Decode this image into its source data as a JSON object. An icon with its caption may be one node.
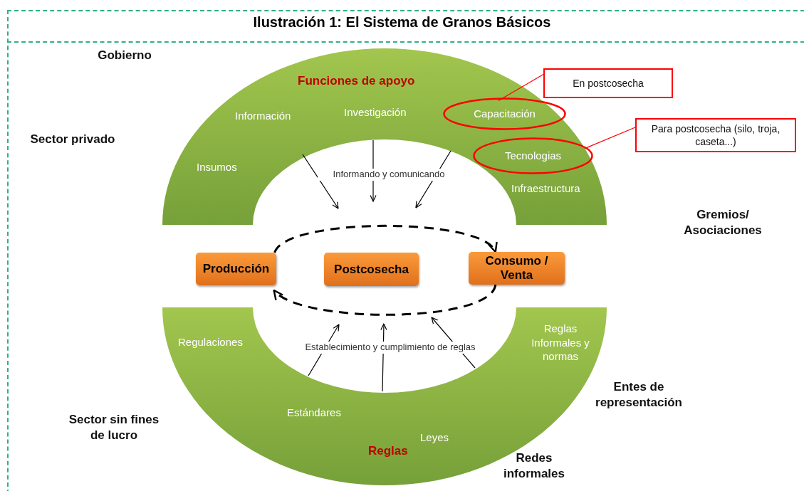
{
  "diagram": {
    "title": "Ilustración 1: El Sistema de Granos Básicos",
    "nodes": [
      {
        "text": [
          "Funciones de apoyo",
          "Información",
          "Investigación",
          "Insumos",
          "Infraestructura"
        ]
      },
      {
        "text": [
          "Capacitación"
        ],
        "in": 0
      },
      {
        "text": [
          "Tecnologias"
        ],
        "in": 0
      },
      {
        "text": [
          "En postcosecha"
        ]
      },
      {
        "text": [
          "Para postcosecha (silo, troja, caseta...)"
        ]
      },
      {
        "text": [
          "Producción"
        ]
      },
      {
        "text": [
          "Postcosecha"
        ]
      },
      {
        "text": [
          "Consumo / Venta"
        ]
      },
      {
        "text": [
          "Regulaciones",
          "Reglas Informales y normas",
          "Estándares",
          "Leyes",
          "Reglas"
        ]
      }
    ],
    "edges": [
      {
        "from": 3,
        "to": 1,
        "arrow": "none",
        "color": "#ff0000"
      },
      {
        "from": 4,
        "to": 2,
        "arrow": "none",
        "color": "#ff0000"
      },
      {
        "from": 5,
        "to": 7,
        "arrow": "to",
        "style": "dashed"
      },
      {
        "from": 7,
        "to": 5,
        "arrow": "to",
        "style": "dashed"
      },
      {
        "from": 0,
        "to": null,
        "arrow": "to"
      },
      {
        "from": 0,
        "to": null,
        "arrow": "to"
      },
      {
        "from": 0,
        "to": null,
        "arrow": "to"
      },
      {
        "from": 8,
        "to": null,
        "arrow": "to"
      },
      {
        "from": 8,
        "to": null,
        "arrow": "to"
      },
      {
        "from": 8,
        "to": null,
        "arrow": "to"
      }
    ],
    "labels": [
      "Gobierno",
      "Sector privado",
      "Informando y comunicando",
      "Gremios/ Asociaciones",
      "Establecimiento y cumplimiento de reglas",
      "Entes de representación",
      "Sector sin fines de lucro",
      "Redes informales"
    ]
  }
}
